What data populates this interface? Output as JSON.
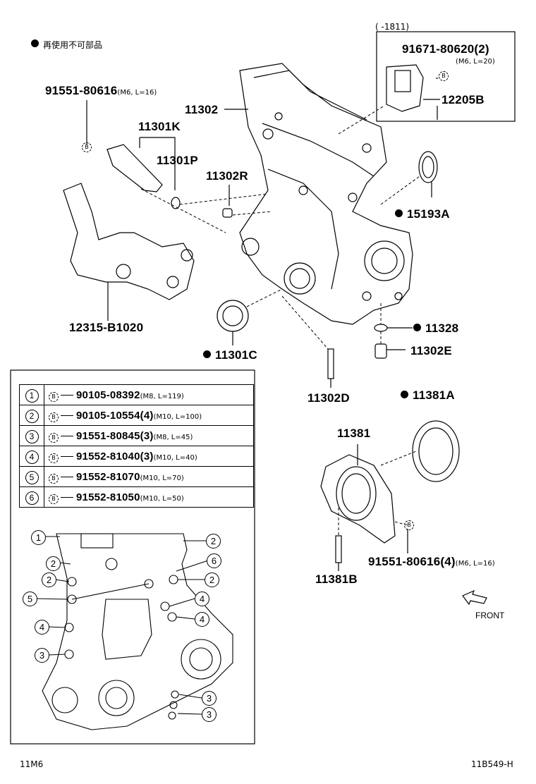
{
  "legend_note": "再使用不可部品",
  "top_box": {
    "range": "(      -1811)",
    "part": "91671-80620(2)",
    "spec": "(M6, L=20)",
    "part2": "12205B"
  },
  "parts": {
    "p91551_top": "91551-80616",
    "p91551_top_spec": "(M6, L=16)",
    "p11302": "11302",
    "p11301K": "11301K",
    "p11301P": "11301P",
    "p11302R": "11302R",
    "p15193A": "15193A",
    "p12315": "12315-B1020",
    "p11328": "11328",
    "p11302E": "11302E",
    "p11301C": "11301C",
    "p11302D": "11302D",
    "p11381A": "11381A",
    "p11381": "11381",
    "p91551_bottom": "91551-80616(4)",
    "p91551_bottom_spec": "(M6, L=16)",
    "p11381B": "11381B",
    "front": "FRONT"
  },
  "bolt_table": [
    {
      "num": "1",
      "part": "90105-08392",
      "spec": "(M8, L=119)"
    },
    {
      "num": "2",
      "part": "90105-10554(4)",
      "spec": "(M10, L=100)"
    },
    {
      "num": "3",
      "part": "91551-80845(3)",
      "spec": "(M8, L=45)"
    },
    {
      "num": "4",
      "part": "91552-81040(3)",
      "spec": "(M10, L=40)"
    },
    {
      "num": "5",
      "part": "91552-81070",
      "spec": "(M10, L=70)"
    },
    {
      "num": "6",
      "part": "91552-81050",
      "spec": "(M10, L=50)"
    }
  ],
  "callouts": [
    "1",
    "2",
    "2",
    "6",
    "2",
    "2",
    "5",
    "4",
    "4",
    "4",
    "3",
    "3",
    "3"
  ],
  "b_mark": "B",
  "footer_left": "11M6",
  "footer_right": "11B549-H"
}
